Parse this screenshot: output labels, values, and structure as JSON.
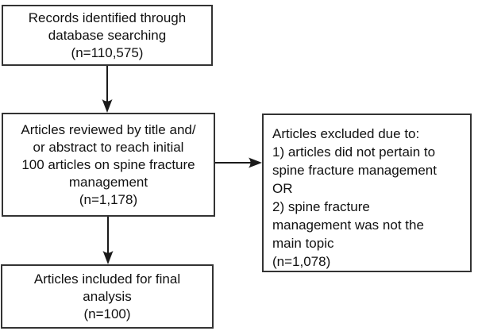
{
  "diagram": {
    "type": "flowchart",
    "title_semantic": "Literature screening flow diagram",
    "boxes": {
      "records_identified": {
        "text": "Records identified through\ndatabase searching\n(n=110,575)"
      },
      "reviewed": {
        "text": "Articles reviewed by title and/\nor abstract to reach initial\n100 articles on spine fracture\nmanagement\n(n=1,178)"
      },
      "excluded": {
        "text": "Articles excluded due to:\n1) articles did not pertain to\nspine fracture management\nOR\n2) spine fracture\nmanagement was not the\nmain topic\n(n=1,078)"
      },
      "included": {
        "text": "Articles included for final\nanalysis\n(n=100)"
      }
    },
    "colors": {
      "background": "#ffffff",
      "box_border": "#333333",
      "text": "#111111",
      "arrow": "#1a1a1a"
    }
  }
}
